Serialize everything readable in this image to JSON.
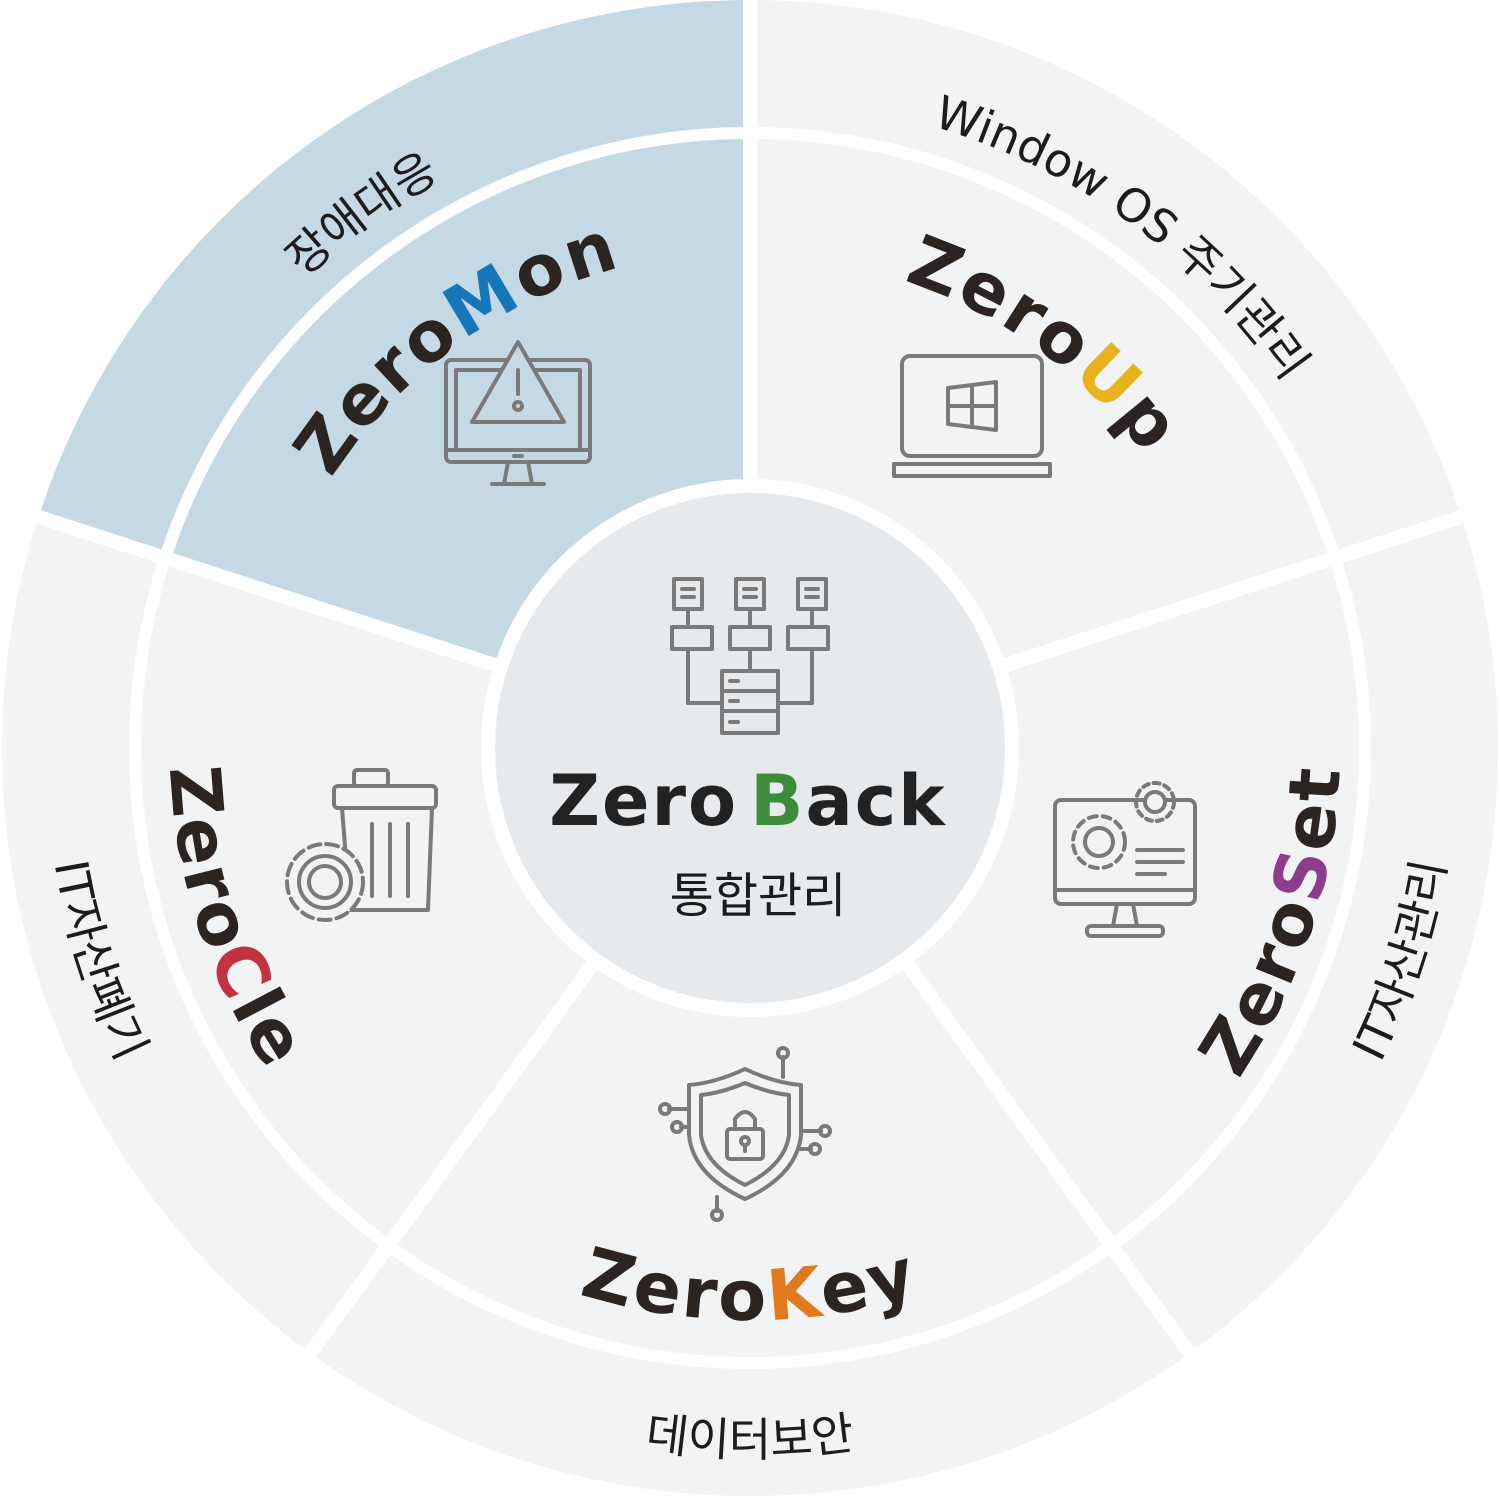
{
  "colors": {
    "highlight_sector": "#c5d9e4",
    "sector": "#f1f3f5",
    "center": "#e6eaed",
    "divider": "#ffffff",
    "zeromon_accent": "#1577b8",
    "zeroup_accent": "#e8b21c",
    "zeroset_accent": "#8e3c8c",
    "zerokey_accent": "#e07a1c",
    "zerocle_accent": "#c3323e",
    "zeroback_accent": "#3c8c3c"
  },
  "center": {
    "brand_prefix": "Zero",
    "brand_accent": "B",
    "brand_suffix": "ack",
    "subtitle": "통합관리",
    "icon": "network-server-icon"
  },
  "segments": [
    {
      "id": "zeromon",
      "category": "장애대응",
      "prefix": "Zero",
      "accent": "M",
      "suffix": "on",
      "icon": "monitor-alert-icon",
      "highlighted": true
    },
    {
      "id": "zeroup",
      "category": "Window OS 주기관리",
      "prefix": "Zero",
      "accent": "U",
      "suffix": "p",
      "icon": "laptop-windows-icon",
      "highlighted": false
    },
    {
      "id": "zeroset",
      "category": "IT자산관리",
      "prefix": "Zero",
      "accent": "S",
      "suffix": "et",
      "icon": "monitor-settings-icon",
      "highlighted": false
    },
    {
      "id": "zerokey",
      "category": "데이터보안",
      "prefix": "Zero",
      "accent": "K",
      "suffix": "ey",
      "icon": "shield-lock-icon",
      "highlighted": false
    },
    {
      "id": "zerocle",
      "category": "IT자산폐기",
      "prefix": "Zero",
      "accent": "C",
      "suffix": "le",
      "icon": "trash-gear-icon",
      "highlighted": false
    }
  ]
}
